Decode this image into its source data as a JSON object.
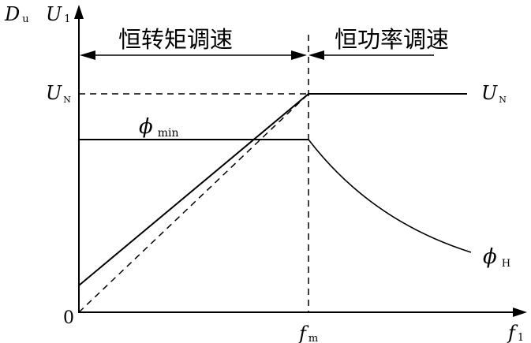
{
  "axes": {
    "y_label_main": "D",
    "y_label_main_sub": "u",
    "y_label_second": "U",
    "y_label_second_sub": "1",
    "x_label": "f",
    "x_label_sub": "1",
    "origin": "0"
  },
  "regions": {
    "left": "恒转矩调速",
    "right": "恒功率调速"
  },
  "levels": {
    "un_left": "U",
    "un_left_sub": "N",
    "un_right": "U",
    "un_right_sub": "N",
    "phi_min": "ϕ",
    "phi_min_sub": "min",
    "phi_h": "ϕ",
    "phi_h_sub": "H"
  },
  "x_marker": {
    "label": "f",
    "label_sub": "m"
  },
  "colors": {
    "line": "#000000",
    "background": "#ffffff"
  }
}
